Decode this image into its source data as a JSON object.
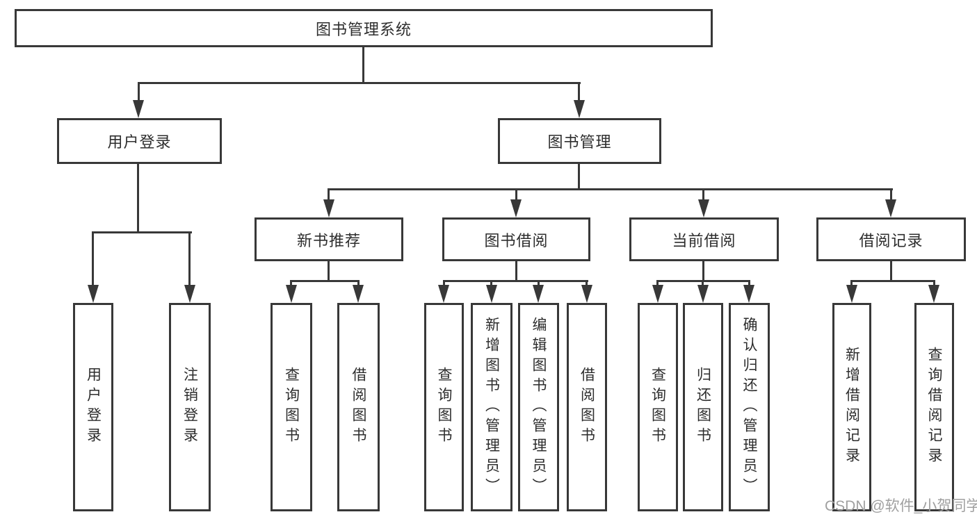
{
  "diagram": {
    "root": {
      "label": "图书管理系统"
    },
    "branches": [
      {
        "label": "用户登录",
        "leaves": [
          {
            "label": "用户登录"
          },
          {
            "label": "注销登录"
          }
        ]
      },
      {
        "label": "图书管理",
        "children": [
          {
            "label": "新书推荐",
            "leaves": [
              {
                "label": "查询图书"
              },
              {
                "label": "借阅图书"
              }
            ]
          },
          {
            "label": "图书借阅",
            "leaves": [
              {
                "label": "查询图书"
              },
              {
                "label": "新增图书（管理员）"
              },
              {
                "label": "编辑图书（管理员）"
              },
              {
                "label": "借阅图书"
              }
            ]
          },
          {
            "label": "当前借阅",
            "leaves": [
              {
                "label": "查询图书"
              },
              {
                "label": "归还图书"
              },
              {
                "label": "确认归还（管理员）"
              }
            ]
          },
          {
            "label": "借阅记录",
            "leaves": [
              {
                "label": "新增借阅记录"
              },
              {
                "label": "查询借阅记录"
              }
            ]
          }
        ]
      }
    ],
    "watermark": "CSDN @软件_小贺同学",
    "colors": {
      "line": "#383838",
      "text": "#2d2d2d",
      "watermark": "#a0a0a0",
      "background": "#ffffff"
    }
  }
}
